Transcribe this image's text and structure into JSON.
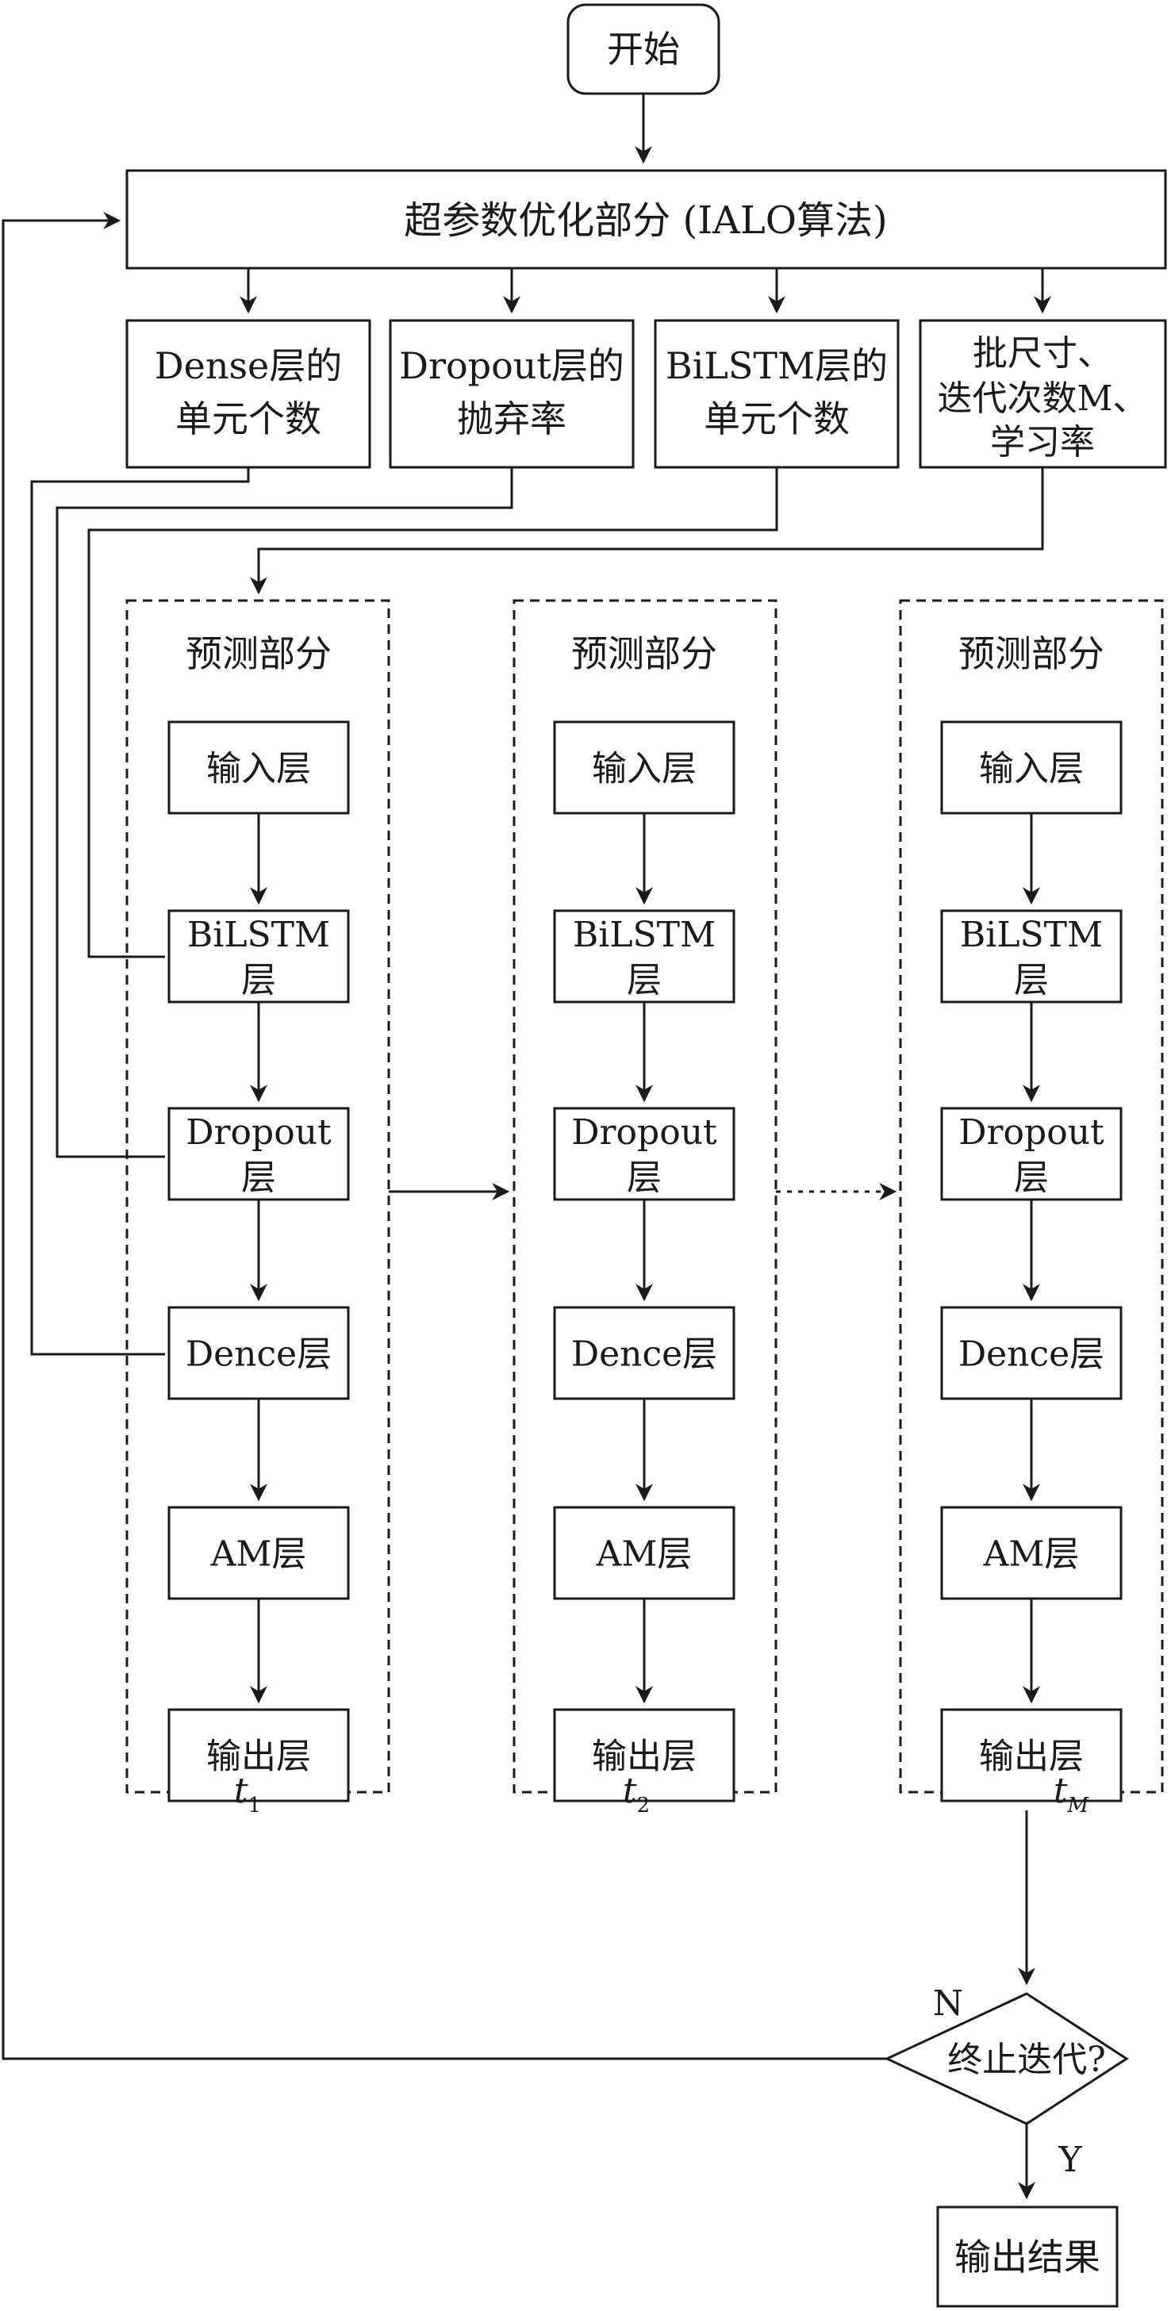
{
  "start": "开始",
  "optimizer": "超参数优化部分 (IALO算法)",
  "params": [
    [
      "Dense层的",
      "单元个数"
    ],
    [
      "Dropout层的",
      "抛弃率"
    ],
    [
      "BiLSTM层的",
      "单元个数"
    ],
    [
      "批尺寸、",
      "迭代次数M、",
      "学习率"
    ]
  ],
  "predict_title": "预测部分",
  "layers": [
    [
      "输入层"
    ],
    [
      "BiLSTM",
      "层"
    ],
    [
      "Dropout",
      "层"
    ],
    [
      "Dence层"
    ],
    [
      "AM层"
    ],
    [
      "输出层"
    ]
  ],
  "time_labels": [
    {
      "base": "t",
      "sub": "1"
    },
    {
      "base": "t",
      "sub": "2"
    },
    {
      "base": "t",
      "sub": "M"
    }
  ],
  "decision": "终止迭代?",
  "no_label": "N",
  "yes_label": "Y",
  "result": "输出结果"
}
